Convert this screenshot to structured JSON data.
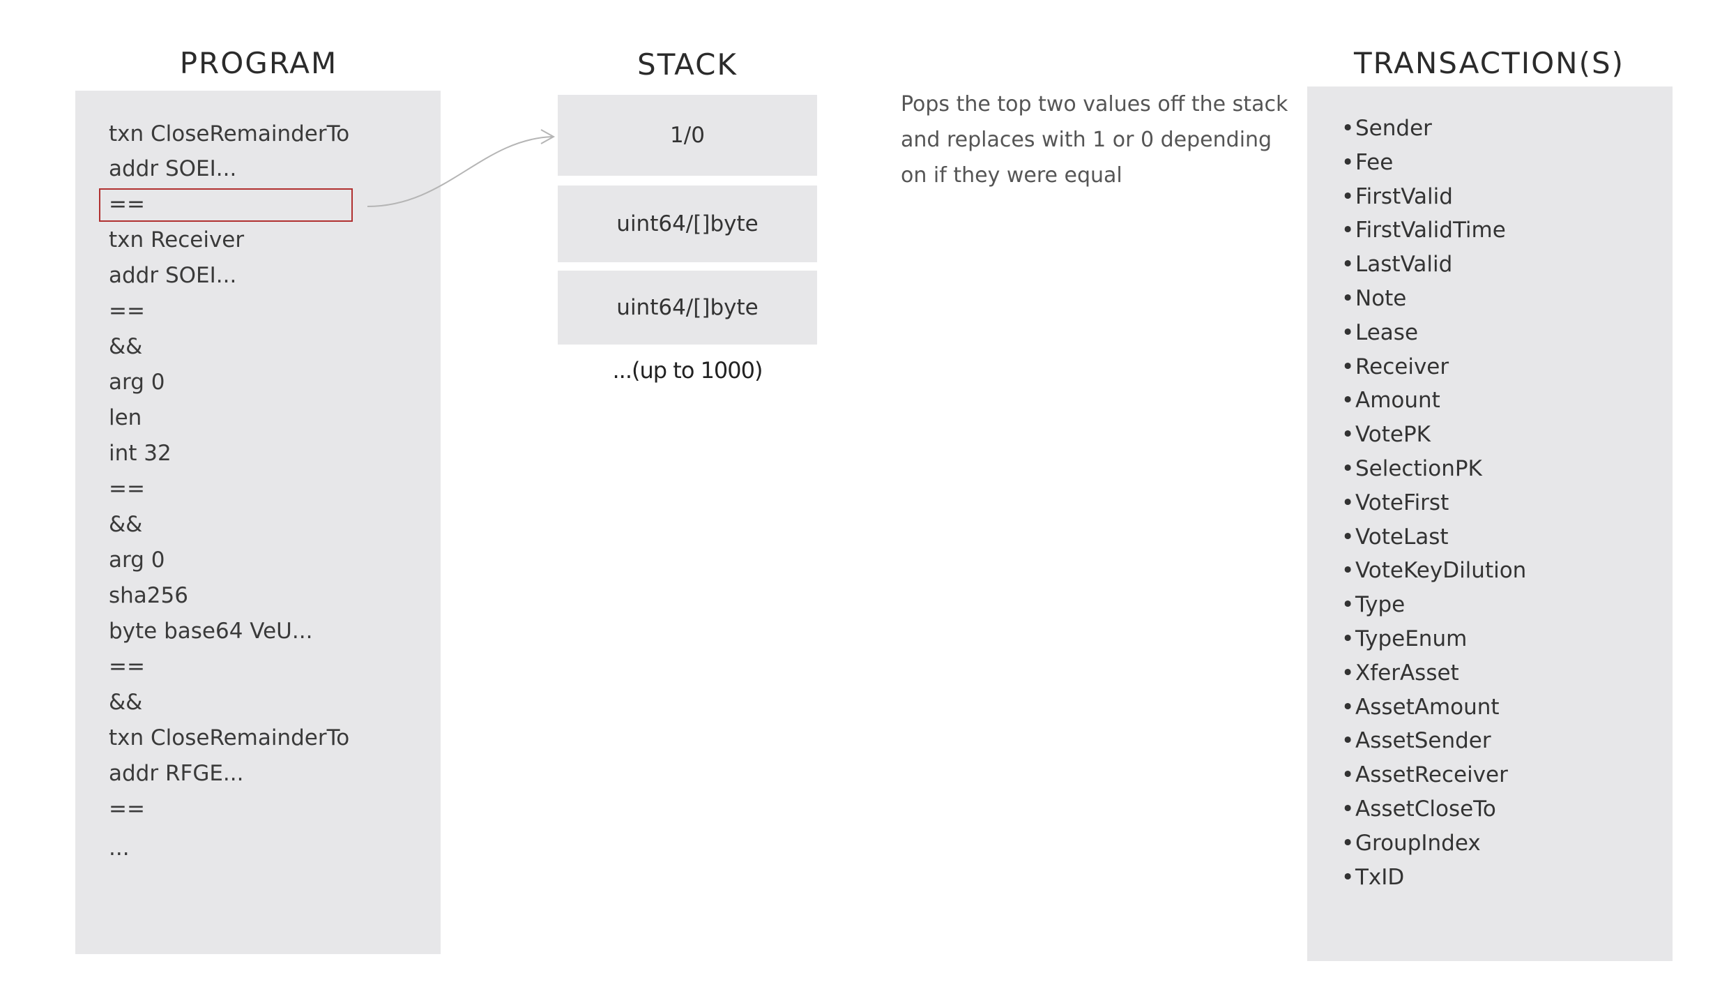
{
  "headings": {
    "program": "PROGRAM",
    "stack": "STACK",
    "transactions": "TRANSACTION(S)"
  },
  "program_lines": [
    "txn CloseRemainderTo",
    "addr SOEI...",
    "==",
    "txn Receiver",
    "addr SOEI...",
    "==",
    "&&",
    "arg 0",
    "len",
    "int 32",
    "==",
    "&&",
    "arg 0",
    "sha256",
    "byte base64 VeU...",
    "==",
    "&&",
    "txn CloseRemainderTo",
    "addr RFGE...",
    "==",
    "..."
  ],
  "highlighted_line_index": 2,
  "stack": {
    "items": [
      "1/0",
      "uint64/[]byte",
      "uint64/[]byte"
    ],
    "more": "...(up to 1000)"
  },
  "description": "Pops the top two values off the stack and replaces with 1 or 0 depending on if they were equal",
  "transaction_fields": [
    "Sender",
    "Fee",
    "FirstValid",
    "FirstValidTime",
    "LastValid",
    "Note",
    "Lease",
    "Receiver",
    "Amount",
    "VotePK",
    "SelectionPK",
    "VoteFirst",
    "VoteLast",
    "VoteKeyDilution",
    "Type",
    "TypeEnum",
    "XferAsset",
    "AssetAmount",
    "AssetSender",
    "AssetReceiver",
    "AssetCloseTo",
    "GroupIndex",
    "TxID"
  ],
  "bullet_char": "•",
  "colors": {
    "panel": "#e7e7e9",
    "highlight": "#b03030",
    "arrow": "#b5b5b5"
  }
}
